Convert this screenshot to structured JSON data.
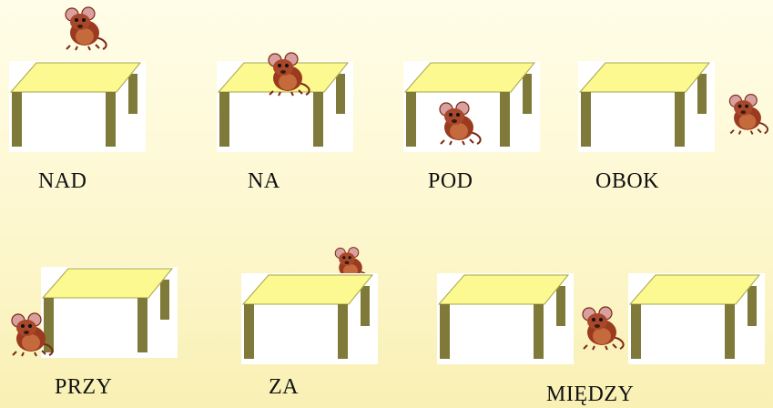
{
  "labels": {
    "nad": "NAD",
    "na": "NA",
    "pod": "POD",
    "obok": "OBOK",
    "przy": "PRZY",
    "za": "ZA",
    "miedzy": "MIĘDZY"
  },
  "colors": {
    "tabletop": "#fbf98f",
    "tabletop_edge": "#a8a64a",
    "legs": "#7f7a3a",
    "mouse_body": "#9a3a1e",
    "mouse_ear": "#d8a0a0"
  },
  "icons": {
    "table": "table-icon",
    "mouse": "mouse-icon"
  }
}
